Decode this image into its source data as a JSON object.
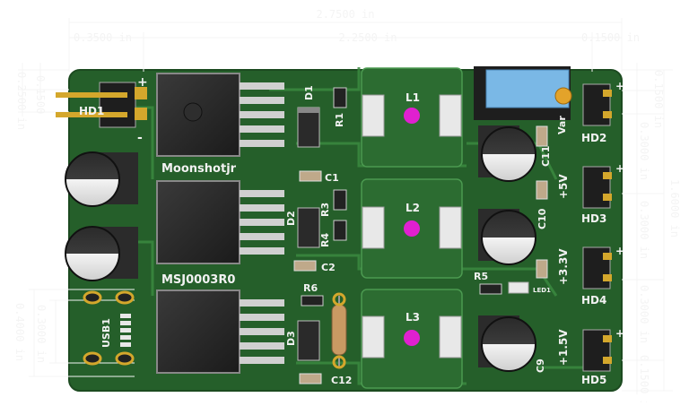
{
  "dimensions": {
    "overall_width": "2.7500 in",
    "left_offset": "0.3500 in",
    "mid_width": "2.2500 in",
    "right_offset": "0.1500 in",
    "left_top_a": "0.1500",
    "left_top_b": "0.2500 in",
    "right_top": "0.1500 in",
    "right_a": "0.3000 in",
    "right_b": "0.3000 in",
    "right_c": "0.3000 in",
    "right_d": "0.1500 in",
    "overall_height": "1.6000 in",
    "usb_height_outer": "0.4000 in",
    "usb_height_inner": "0.3000 in"
  },
  "silkscreen": {
    "hd1": "HD1",
    "hd2": "HD2",
    "hd3": "HD3",
    "hd4": "HD4",
    "hd5": "HD5",
    "d1": "D1",
    "d2": "D2",
    "d3": "D3",
    "r1": "R1",
    "r3": "R3",
    "r4": "R4",
    "r5": "R5",
    "r6": "R6",
    "c1": "C1",
    "c2": "C2",
    "c9": "C9",
    "c10": "C10",
    "c11": "C11",
    "c12": "C12",
    "l1": "L1",
    "l2": "L2",
    "l3": "L3",
    "usb1": "USB1",
    "led1": "LED1",
    "brand": "Moonshotjr",
    "part": "MSJ0003R0",
    "var": "Var",
    "v5": "+5V",
    "v33": "+3.3V",
    "v15": "+1.5V",
    "plus": "+",
    "minus": "-"
  },
  "colors": {
    "board": "#255f2a",
    "board_dark": "#1d4d22",
    "copper": "#2f7234",
    "trace": "#3d8b42",
    "silk": "#f2f2f2",
    "dim": "#f4f4f4",
    "gold": "#d4a72c",
    "pot": "#7ab8e6",
    "via": "#e020d0"
  }
}
